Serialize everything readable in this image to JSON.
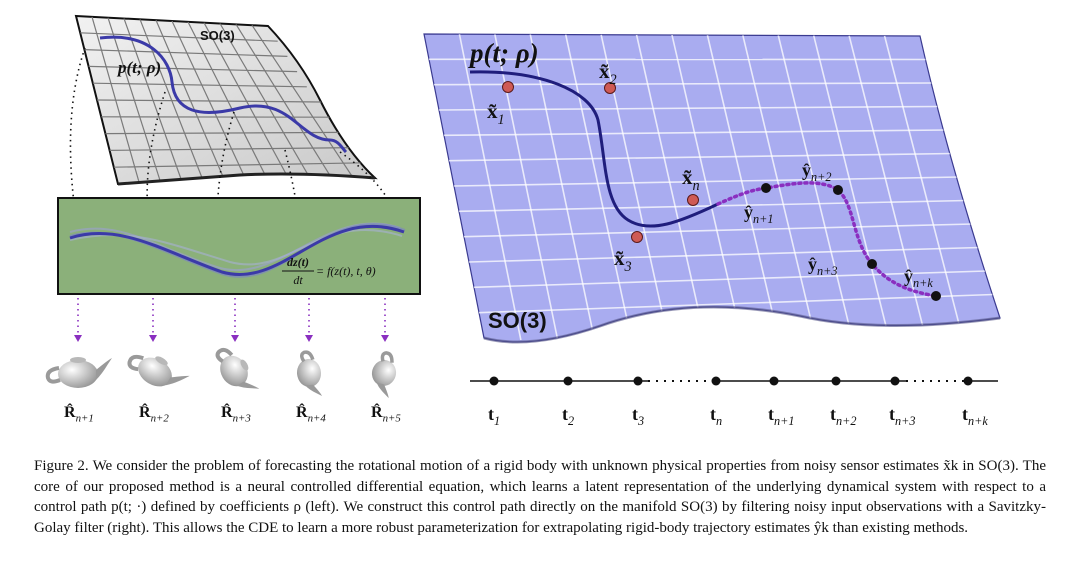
{
  "left_panel": {
    "manifold_label": "SO(3)",
    "path_label": "p(t; ρ)",
    "cde_equation_lhs_num": "dz(t)",
    "cde_equation_lhs_den": "dt",
    "cde_equation_rhs": "= f(z(t), t, θ)",
    "rotation_labels": [
      "R̂n+1",
      "R̂n+2",
      "R̂n+3",
      "R̂n+4",
      "R̂n+5"
    ],
    "rotation_main": "R̂",
    "rotation_subs": [
      "n+1",
      "n+2",
      "n+3",
      "n+4",
      "n+5"
    ]
  },
  "right_panel": {
    "manifold_label": "SO(3)",
    "path_label": "p(t; ρ)",
    "observations": [
      {
        "main": "x̃",
        "sub": "1"
      },
      {
        "main": "x̃",
        "sub": "2"
      },
      {
        "main": "x̃",
        "sub": "n"
      },
      {
        "main": "x̃",
        "sub": "3"
      }
    ],
    "predictions": [
      {
        "main": "ŷ",
        "sub": "n+1"
      },
      {
        "main": "ŷ",
        "sub": "n+2"
      },
      {
        "main": "ŷ",
        "sub": "n+3"
      },
      {
        "main": "ŷ",
        "sub": "n+k"
      }
    ],
    "timeline": [
      {
        "main": "t",
        "sub": "1"
      },
      {
        "main": "t",
        "sub": "2"
      },
      {
        "main": "t",
        "sub": "3"
      },
      {
        "main": "t",
        "sub": "n"
      },
      {
        "main": "t",
        "sub": "n+1"
      },
      {
        "main": "t",
        "sub": "n+2"
      },
      {
        "main": "t",
        "sub": "n+3"
      },
      {
        "main": "t",
        "sub": "n+k"
      }
    ]
  },
  "colors": {
    "path": "#2d2a8c",
    "observation": "#cf5a55",
    "prediction": "#8a2fc0",
    "manifold_right": "#a9acf0",
    "cde_panel": "#8bb07a"
  },
  "caption": {
    "text": "Figure 2. We consider the problem of forecasting the rotational motion of a rigid body with unknown physical properties from noisy sensor estimates x̃k in SO(3). The core of our proposed method is a neural controlled differential equation, which learns a latent representation of the underlying dynamical system with respect to a control path p(t; ·) defined by coefficients ρ (left). We construct this control path directly on the manifold SO(3) by filtering noisy input observations with a Savitzky-Golay filter (right). This allows the CDE to learn a more robust parameterization for extrapolating rigid-body trajectory estimates ŷk than existing methods."
  }
}
